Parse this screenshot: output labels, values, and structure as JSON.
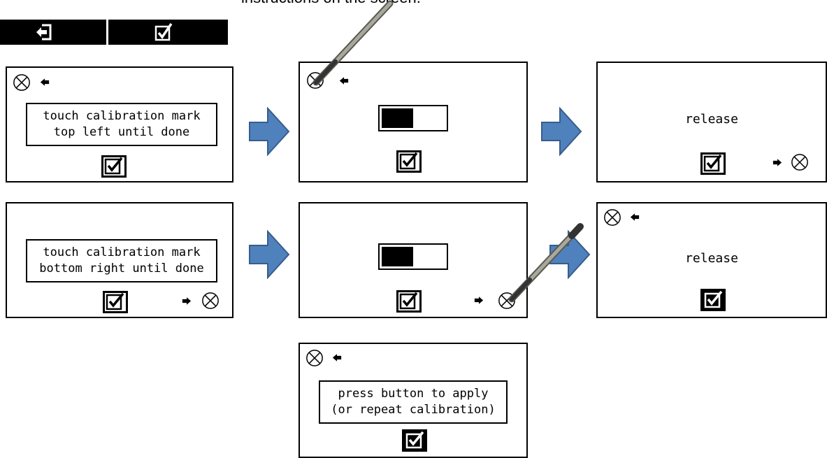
{
  "caption": "instructions on the screen.",
  "colors": {
    "flow_arrow": "#4F81BD",
    "flow_arrow_border": "#385D8A",
    "stylus": "#8A8A80"
  },
  "icons": {
    "exit": "exit-icon",
    "check": "checkbox-icon",
    "calibration_mark": "calibration-mark-icon",
    "pointer_arrow": "arrow-icon",
    "flow_arrow": "flow-arrow",
    "stylus": "stylus"
  },
  "steps": [
    {
      "message": [
        "touch calibration mark",
        "top left until done"
      ],
      "mark": "top-left",
      "check_style": "outline"
    },
    {
      "progress": 0.5,
      "mark": "top-left",
      "check_style": "outline",
      "stylus": true
    },
    {
      "message": [
        "release"
      ],
      "mark": "bottom-right",
      "check_style": "outline"
    },
    {
      "message": [
        "touch calibration mark",
        "bottom right until done"
      ],
      "mark": "bottom-right",
      "check_style": "outline"
    },
    {
      "progress": 0.5,
      "mark": "bottom-right",
      "check_style": "outline",
      "stylus": true
    },
    {
      "message": [
        "release"
      ],
      "mark": "top-left",
      "check_style": "filled"
    },
    {
      "message": [
        "press button to apply",
        "(or repeat calibration)"
      ],
      "mark": "top-left",
      "check_style": "filled"
    }
  ]
}
